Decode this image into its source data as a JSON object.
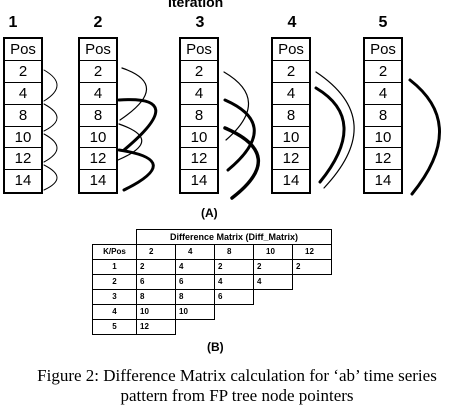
{
  "iteration_label": "Iteration",
  "iteration_numbers": [
    "1",
    "2",
    "3",
    "4",
    "5"
  ],
  "matrix_header": "Pos",
  "matrix_values": [
    "2",
    "4",
    "8",
    "10",
    "12",
    "14"
  ],
  "panel_a_label": "(A)",
  "diff_matrix": {
    "title": "Difference Matrix (Diff_Matrix)",
    "corner": "K/Pos",
    "columns": [
      "2",
      "4",
      "8",
      "10",
      "12"
    ],
    "rows": [
      {
        "k": "1",
        "values": [
          "2",
          "4",
          "2",
          "2",
          "2"
        ]
      },
      {
        "k": "2",
        "values": [
          "6",
          "6",
          "4",
          "4"
        ]
      },
      {
        "k": "3",
        "values": [
          "8",
          "8",
          "6"
        ]
      },
      {
        "k": "4",
        "values": [
          "10",
          "10"
        ]
      },
      {
        "k": "5",
        "values": [
          "12"
        ]
      }
    ]
  },
  "panel_b_label": "(B)",
  "caption": {
    "line1": "Figure 2: Difference Matrix calculation for ‘ab’ time series",
    "line2": "pattern from FP tree node pointers"
  }
}
